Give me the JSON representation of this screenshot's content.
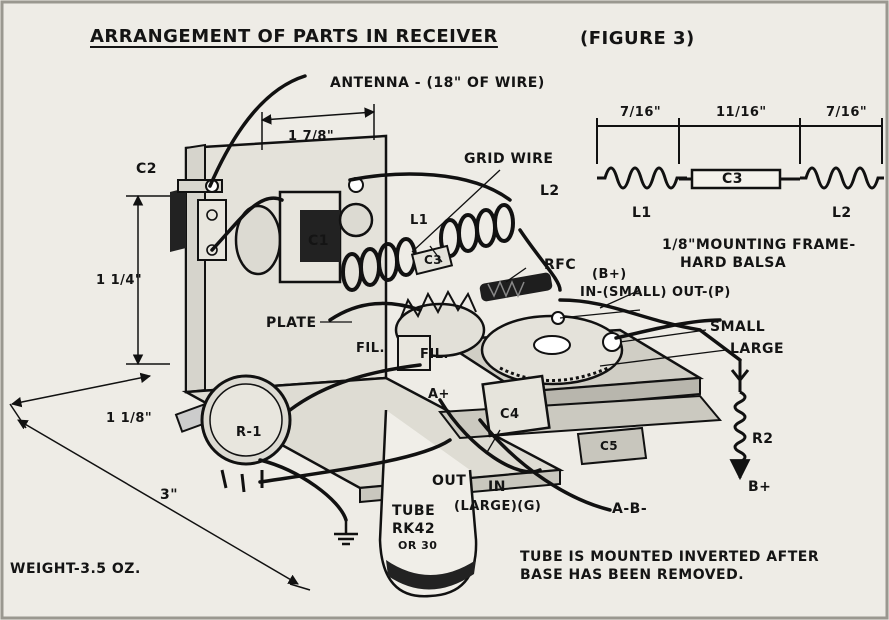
{
  "title": "ARRANGEMENT OF PARTS IN RECEIVER",
  "figure": "(FIGURE 3)",
  "labels": {
    "antenna": "ANTENNA - (18\" OF WIRE)",
    "c2": "C2",
    "dim_1_7_8": "1 7/8\"",
    "dim_1_1_4": "1 1/4\"",
    "dim_1_1_8": "1 1/8\"",
    "dim_3": "3\"",
    "grid_wire": "GRID WIRE",
    "l2": "L2",
    "l1": "L1",
    "c1": "C1",
    "c3": "C3",
    "rfc": "RFC",
    "b_plus": "(B+)",
    "in_out": "IN-(SMALL) OUT-(P)",
    "plate": "PLATE",
    "fil_1": "FIL.",
    "fil_2": "FIL.",
    "small": "SMALL",
    "large": "LARGE",
    "a_plus": "A+",
    "c4": "C4",
    "c5": "C5",
    "r1": "R-1",
    "r2": "R2",
    "b_plus_2": "B+",
    "out": "OUT",
    "in": "IN",
    "large_g": "(LARGE)(G)",
    "a_b_minus": "A-B-",
    "tube": "TUBE",
    "tube_type": "RK42",
    "tube_or": "OR 30",
    "weight": "WEIGHT-3.5 OZ.",
    "note_line1": "TUBE IS MOUNTED INVERTED AFTER",
    "note_line2": "BASE HAS BEEN REMOVED.",
    "frame_line1": "1/8\"MOUNTING FRAME-",
    "frame_line2": "HARD BALSA"
  },
  "inset": {
    "dims": [
      "7/16\"",
      "11/16\"",
      "7/16\""
    ],
    "c3": "C3",
    "l1": "L1",
    "l2": "L2"
  }
}
